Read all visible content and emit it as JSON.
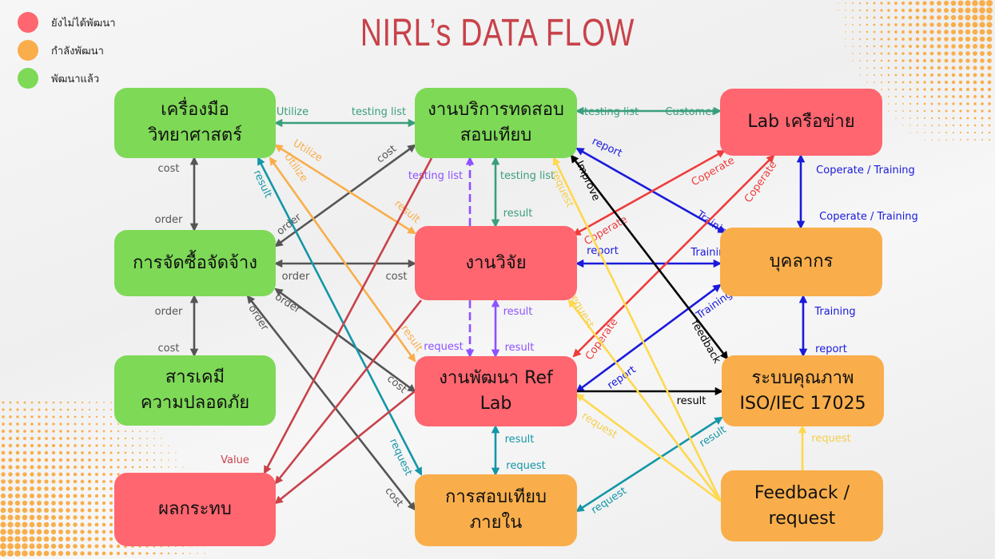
{
  "title": "NIRL’s DATA FLOW",
  "colors": {
    "not_developed": "#ff6670",
    "developing": "#f9ae4b",
    "developed": "#7ed957",
    "title": "#c8424a"
  },
  "legend": [
    {
      "label": "ยังไม่ได้พัฒนา",
      "status": "not_developed"
    },
    {
      "label": "กำลังพัฒนา",
      "status": "developing"
    },
    {
      "label": "พัฒนาแล้ว",
      "status": "developed"
    }
  ],
  "nodes": {
    "sci_instruments": {
      "label": "เครื่องมือ\nวิทยาศาสตร์",
      "status": "developed"
    },
    "procurement": {
      "label": "การจัดซื้อจัดจ้าง",
      "status": "developed"
    },
    "chemicals": {
      "label": "สารเคมี\nความปลอดภัย",
      "status": "developed"
    },
    "impact": {
      "label": "ผลกระทบ",
      "status": "not_developed"
    },
    "testing_service": {
      "label": "งานบริการทดสอบ\nสอบเทียบ",
      "status": "developed"
    },
    "research": {
      "label": "งานวิจัย",
      "status": "not_developed"
    },
    "ref_lab": {
      "label": "งานพัฒนา Ref\nLab",
      "status": "not_developed"
    },
    "internal_calib": {
      "label": "การสอบเทียบ\nภายใน",
      "status": "developing"
    },
    "lab_network": {
      "label": "Lab เครือข่าย",
      "status": "not_developed"
    },
    "personnel": {
      "label": "บุคลากร",
      "status": "developing"
    },
    "quality_system": {
      "label": "ระบบคุณภาพ\nISO/IEC 17025",
      "status": "developing"
    },
    "feedback": {
      "label": "Feedback /\nrequest",
      "status": "developing"
    }
  },
  "edges": [
    {
      "from": "sci_instruments",
      "to": "testing_service",
      "color": "#3a9e7c",
      "both": true,
      "labels": [
        "Utilize",
        "testing list"
      ]
    },
    {
      "from": "testing_service",
      "to": "lab_network",
      "color": "#3a9e7c",
      "both": true,
      "labels": [
        "testing list",
        "Customer"
      ]
    },
    {
      "from": "sci_instruments",
      "to": "procurement",
      "color": "#555555",
      "both": true,
      "labels": [
        "cost",
        "order"
      ]
    },
    {
      "from": "procurement",
      "to": "chemicals",
      "color": "#555555",
      "both": true,
      "labels": [
        "order",
        "cost"
      ]
    },
    {
      "from": "procurement",
      "to": "research",
      "color": "#555555",
      "both": true,
      "labels": [
        "order",
        "cost"
      ]
    },
    {
      "from": "procurement",
      "to": "testing_service",
      "color": "#555555",
      "both": true,
      "labels": [
        "order",
        "cost"
      ]
    },
    {
      "from": "procurement",
      "to": "ref_lab",
      "color": "#555555",
      "both": true,
      "labels": [
        "order",
        "cost"
      ]
    },
    {
      "from": "procurement",
      "to": "internal_calib",
      "color": "#555555",
      "both": true,
      "labels": [
        "order",
        "cost"
      ]
    },
    {
      "from": "sci_instruments",
      "to": "research",
      "color": "#f9ae4b",
      "both": true,
      "labels": [
        "Utilize",
        "result"
      ]
    },
    {
      "from": "sci_instruments",
      "to": "ref_lab",
      "color": "#f9ae4b",
      "both": true,
      "labels": [
        "Utilize",
        "result"
      ]
    },
    {
      "from": "sci_instruments",
      "to": "internal_calib",
      "color": "#1496a8",
      "both": true,
      "labels": [
        "result",
        "request"
      ]
    },
    {
      "from": "testing_service",
      "to": "research",
      "color": "#3a9e7c",
      "both": true,
      "labels": [
        "testing list",
        "result"
      ]
    },
    {
      "from": "research",
      "to": "testing_service",
      "color": "#8c52ff",
      "dashed": true,
      "labels": [
        "testing list"
      ]
    },
    {
      "from": "research",
      "to": "ref_lab",
      "color": "#8c52ff",
      "dashed": true,
      "labels": [
        "request"
      ]
    },
    {
      "from": "research",
      "to": "ref_lab",
      "color": "#8c52ff",
      "both": true,
      "labels": [
        "result",
        "result"
      ]
    },
    {
      "from": "ref_lab",
      "to": "internal_calib",
      "color": "#1496a8",
      "both": true,
      "labels": [
        "result",
        "request"
      ]
    },
    {
      "from": "testing_service",
      "to": "impact",
      "color": "#c8424a",
      "labels": [
        "Value"
      ]
    },
    {
      "from": "research",
      "to": "impact",
      "color": "#c8424a",
      "labels": []
    },
    {
      "from": "ref_lab",
      "to": "impact",
      "color": "#c8424a",
      "labels": []
    },
    {
      "from": "testing_service",
      "to": "personnel",
      "color": "#1a1adb",
      "both": true,
      "labels": [
        "report",
        "Training"
      ]
    },
    {
      "from": "research",
      "to": "personnel",
      "color": "#1a1adb",
      "both": true,
      "labels": [
        "report",
        "Training"
      ]
    },
    {
      "from": "ref_lab",
      "to": "personnel",
      "color": "#1a1adb",
      "both": true,
      "labels": [
        "report",
        "Training"
      ]
    },
    {
      "from": "lab_network",
      "to": "personnel",
      "color": "#1a1adb",
      "both": true,
      "labels": [
        "Coperate / Training",
        "Coperate / Training"
      ]
    },
    {
      "from": "personnel",
      "to": "quality_system",
      "color": "#1a1adb",
      "both": true,
      "labels": [
        "Training",
        "report"
      ]
    },
    {
      "from": "research",
      "to": "lab_network",
      "color": "#ef3b3b",
      "both": true,
      "labels": [
        "Coperate",
        "Coperate"
      ]
    },
    {
      "from": "ref_lab",
      "to": "lab_network",
      "color": "#ef3b3b",
      "both": true,
      "labels": [
        "Coperate",
        "Coperate"
      ]
    },
    {
      "from": "quality_system",
      "to": "testing_service",
      "color": "#000000",
      "both": true,
      "labels": [
        "Improve",
        "feedback"
      ]
    },
    {
      "from": "ref_lab",
      "to": "quality_system",
      "color": "#000000",
      "labels": [
        "result"
      ]
    },
    {
      "from": "internal_calib",
      "to": "quality_system",
      "color": "#1496a8",
      "both": true,
      "labels": [
        "request",
        "result"
      ]
    },
    {
      "from": "feedback",
      "to": "testing_service",
      "color": "#ffd84d",
      "labels": [
        "request"
      ]
    },
    {
      "from": "feedback",
      "to": "research",
      "color": "#ffd84d",
      "labels": [
        "request"
      ]
    },
    {
      "from": "feedback",
      "to": "ref_lab",
      "color": "#ffd84d",
      "labels": [
        "request"
      ]
    },
    {
      "from": "feedback",
      "to": "quality_system",
      "color": "#ffd84d",
      "labels": [
        "request"
      ]
    }
  ]
}
